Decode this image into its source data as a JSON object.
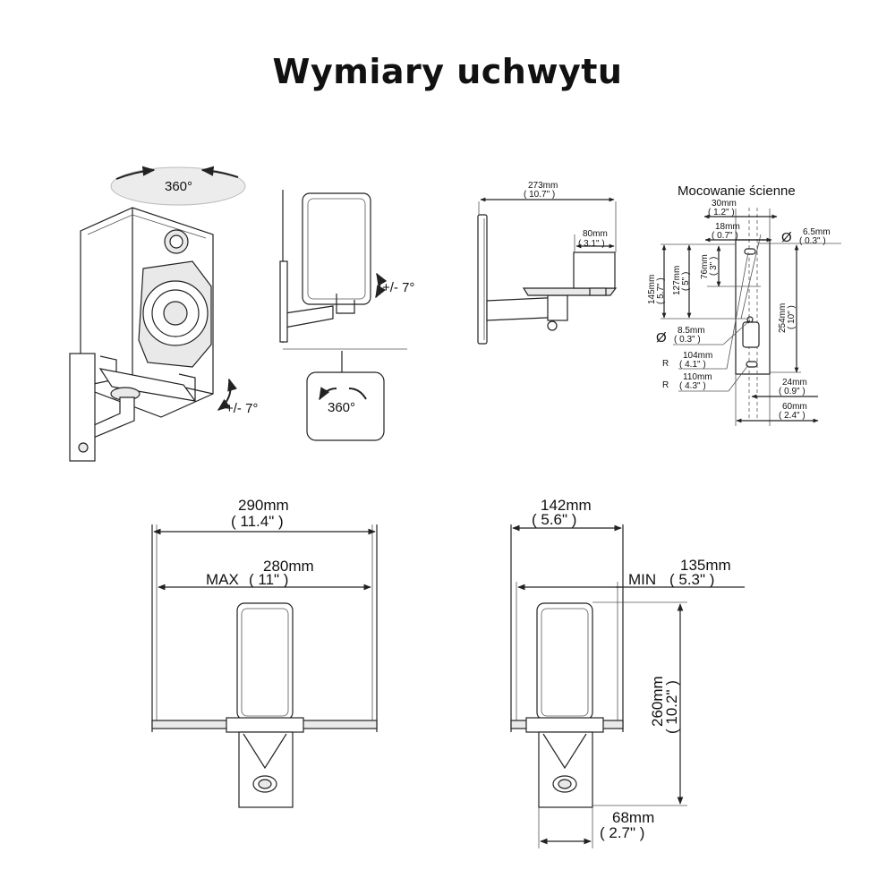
{
  "title": "Wymiary uchwytu",
  "perspective": {
    "rotation_top": "360°",
    "tilt_right": "+/- 7°"
  },
  "side_view": {
    "tilt": "+/- 7°",
    "rotation": "360°"
  },
  "profile": {
    "width_mm": "273mm",
    "width_in": "( 10.7\" )",
    "arm_mm": "80mm",
    "arm_in": "( 3.1\" )"
  },
  "wall_mount": {
    "label": "Mocowanie ścienne",
    "d30_mm": "30mm",
    "d30_in": "( 1.2\" )",
    "d18_mm": "18mm",
    "d18_in": "( 0.7\" )",
    "d65_mm": "6.5mm",
    "d65_in": "( 0.3\" )",
    "d145_mm": "145mm",
    "d145_in": "( 5.7\" )",
    "d127_mm": "127mm",
    "d127_in": "( 5\" )",
    "d76_mm": "76mm",
    "d76_in": "( 3\" )",
    "d254_mm": "254mm",
    "d254_in": "( 10\" )",
    "d85_mm": "8.5mm",
    "d85_in": "( 0.3\" )",
    "r104_prefix": "R",
    "r104_mm": "104mm",
    "r104_in": "( 4.1\" )",
    "r110_prefix": "R",
    "r110_mm": "110mm",
    "r110_in": "( 4.3\" )",
    "d24_mm": "24mm",
    "d24_in": "( 0.9\" )",
    "d60_mm": "60mm",
    "d60_in": "( 2.4\" )",
    "dia_symbol": "Ø"
  },
  "front_max": {
    "width_mm": "290mm",
    "width_in": "( 11.4\" )",
    "max_label": "MAX",
    "max_mm": "280mm",
    "max_in": "( 11\" )"
  },
  "front_min": {
    "width_mm": "142mm",
    "width_in": "( 5.6\" )",
    "min_label": "MIN",
    "min_mm": "135mm",
    "min_in": "( 5.3\" )",
    "height_mm": "260mm",
    "height_in": "( 10.2\" )",
    "base_mm": "68mm",
    "base_in": "( 2.7\" )"
  }
}
